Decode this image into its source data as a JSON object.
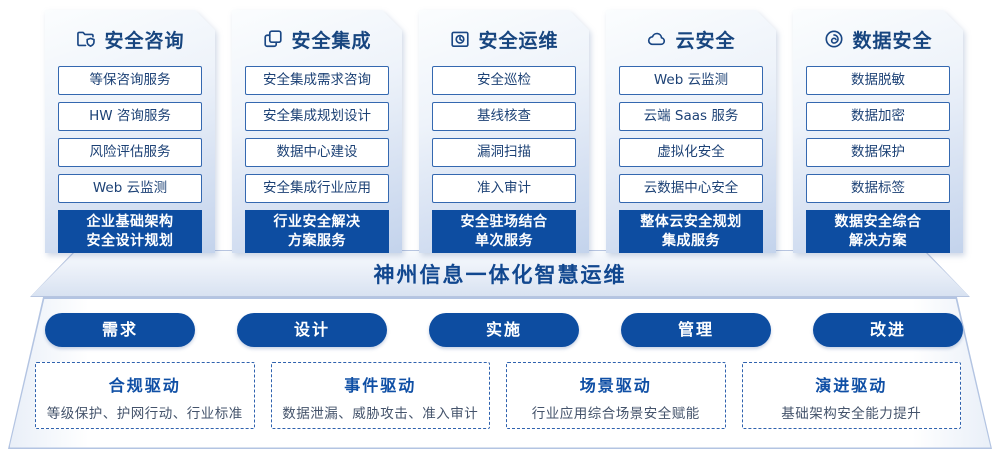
{
  "banner": {
    "title": "神州信息一体化智慧运维"
  },
  "columns": [
    {
      "icon": "folder-shield-icon",
      "title": "安全咨询",
      "items": [
        "等保咨询服务",
        "HW 咨询服务",
        "风险评估服务",
        "Web 云监测"
      ],
      "footer_line1": "企业基础架构",
      "footer_line2": "安全设计规划"
    },
    {
      "icon": "documents-icon",
      "title": "安全集成",
      "items": [
        "安全集成需求咨询",
        "安全集成规划设计",
        "数据中心建设",
        "安全集成行业应用"
      ],
      "footer_line1": "行业安全解决",
      "footer_line2": "方案服务"
    },
    {
      "icon": "folder-clock-icon",
      "title": "安全运维",
      "items": [
        "安全巡检",
        "基线核查",
        "漏洞扫描",
        "准入审计"
      ],
      "footer_line1": "安全驻场结合",
      "footer_line2": "单次服务"
    },
    {
      "icon": "cloud-icon",
      "title": "云安全",
      "items": [
        "Web 云监测",
        "云端 Saas 服务",
        "虚拟化安全",
        "云数据中心安全"
      ],
      "footer_line1": "整体云安全规划",
      "footer_line2": "集成服务"
    },
    {
      "icon": "fingerprint-icon",
      "title": "数据安全",
      "items": [
        "数据脱敏",
        "数据加密",
        "数据保护",
        "数据标签"
      ],
      "footer_line1": "数据安全综合",
      "footer_line2": "解决方案"
    }
  ],
  "process_pills": [
    {
      "label": "需求"
    },
    {
      "label": "设计"
    },
    {
      "label": "实施"
    },
    {
      "label": "管理"
    },
    {
      "label": "改进"
    }
  ],
  "drivers": [
    {
      "title": "合规驱动",
      "desc": "等级保护、护网行动、行业标准"
    },
    {
      "title": "事件驱动",
      "desc": "数据泄漏、威胁攻击、准入审计"
    },
    {
      "title": "场景驱动",
      "desc": "行业应用综合场景安全赋能"
    },
    {
      "title": "演进驱动",
      "desc": "基础架构安全能力提升"
    }
  ],
  "colors": {
    "primary_blue": "#0d4da1",
    "header_blue": "#17457f",
    "item_border_blue": "#3468b0",
    "item_text_blue": "#1c4175",
    "banner_text_blue": "#11478f",
    "dashed_border_blue": "#2f62ae",
    "driver_title_blue": "#0f4fa5",
    "driver_desc_gray": "#44536b"
  }
}
